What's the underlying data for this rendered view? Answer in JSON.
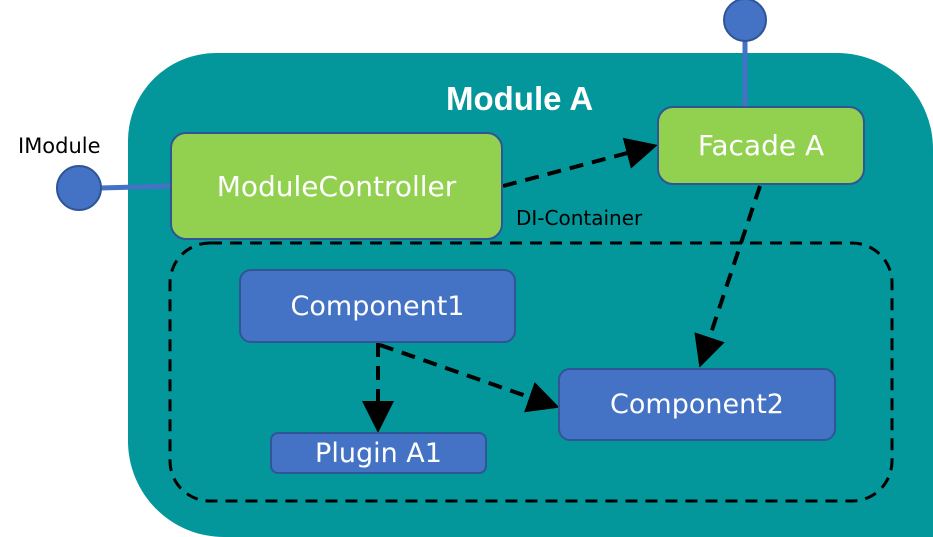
{
  "diagram": {
    "module": {
      "title": "Module A",
      "background": "#03969b"
    },
    "interfaces": [
      {
        "id": "imodule",
        "label": "IModule"
      },
      {
        "id": "facade-port",
        "label": ""
      }
    ],
    "boxes": {
      "module_controller": {
        "label": "ModuleController",
        "color": "#92d050"
      },
      "facade": {
        "label": "Facade A",
        "color": "#92d050"
      },
      "component1": {
        "label": "Component1",
        "color": "#4472c4"
      },
      "component2": {
        "label": "Component2",
        "color": "#4472c4"
      },
      "plugin": {
        "label": "Plugin A1",
        "color": "#4472c4"
      }
    },
    "container": {
      "label": "DI-Container"
    },
    "edges": [
      {
        "from": "ModuleController",
        "to": "Facade A",
        "style": "dashed"
      },
      {
        "from": "Facade A",
        "to": "Component2",
        "style": "dashed"
      },
      {
        "from": "Component1",
        "to": "Plugin A1",
        "style": "dashed"
      },
      {
        "from": "Component1",
        "to": "Component2",
        "style": "dashed"
      }
    ]
  }
}
